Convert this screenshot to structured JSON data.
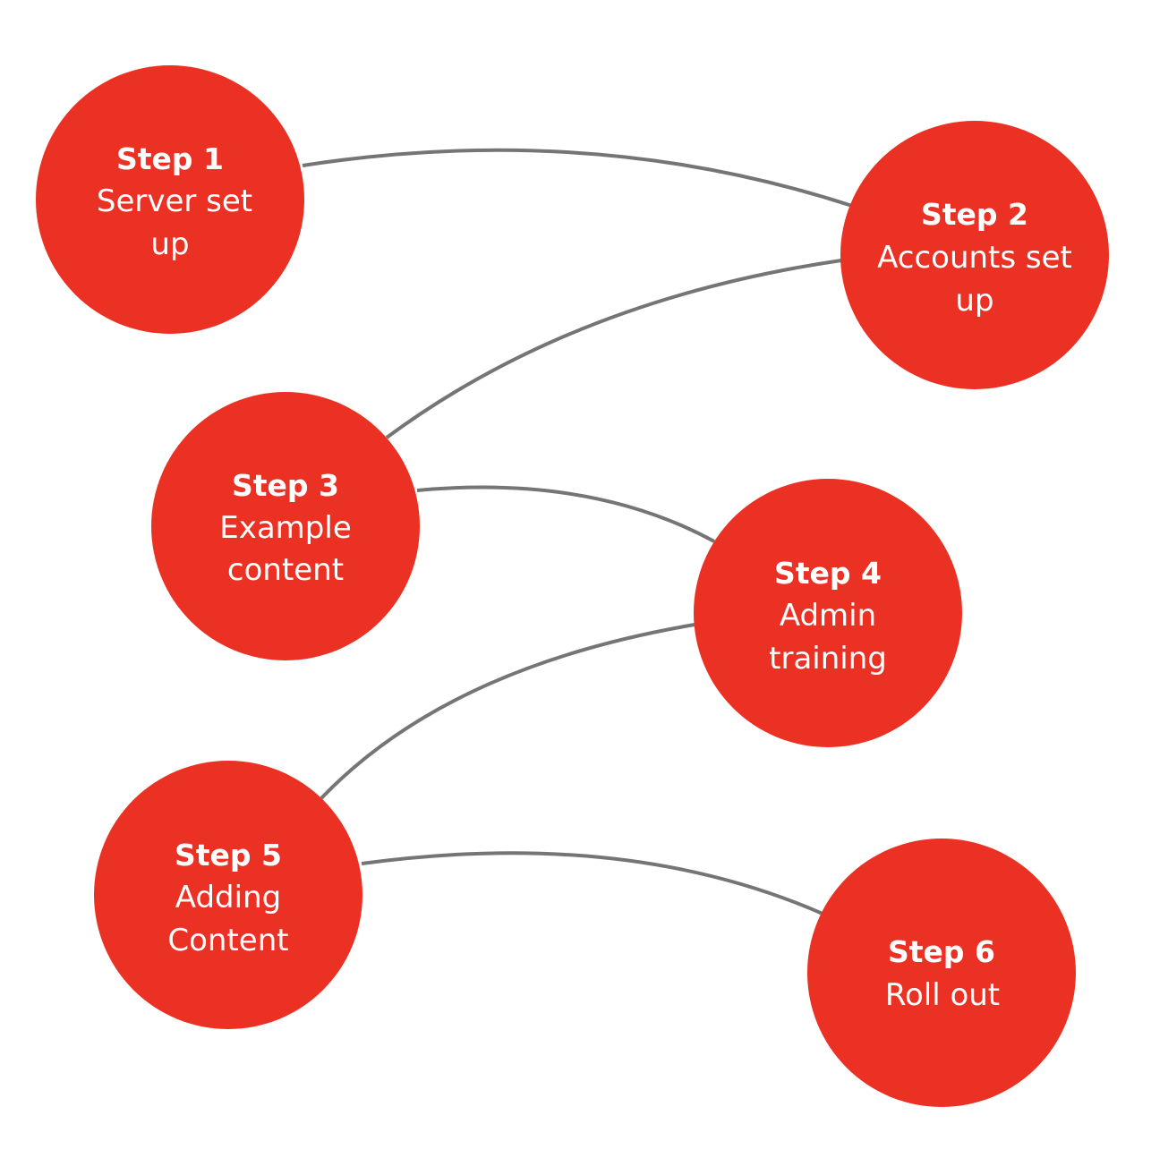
{
  "colors": {
    "node_fill": "#EA3124",
    "connector": "#757575",
    "text": "#ffffff",
    "background": "#ffffff"
  },
  "steps": [
    {
      "title": "Step 1",
      "lines": [
        "Server set",
        "up"
      ]
    },
    {
      "title": "Step 2",
      "lines": [
        "Accounts set",
        "up"
      ]
    },
    {
      "title": "Step 3",
      "lines": [
        "Example",
        "content"
      ]
    },
    {
      "title": "Step 4",
      "lines": [
        "Admin",
        "training"
      ]
    },
    {
      "title": "Step 5",
      "lines": [
        "Adding",
        "Content"
      ]
    },
    {
      "title": "Step 6",
      "lines": [
        "Roll out"
      ]
    }
  ],
  "connections": [
    {
      "from": "Step 1",
      "to": "Step 2"
    },
    {
      "from": "Step 2",
      "to": "Step 3"
    },
    {
      "from": "Step 3",
      "to": "Step 4"
    },
    {
      "from": "Step 4",
      "to": "Step 5"
    },
    {
      "from": "Step 5",
      "to": "Step 6"
    }
  ]
}
